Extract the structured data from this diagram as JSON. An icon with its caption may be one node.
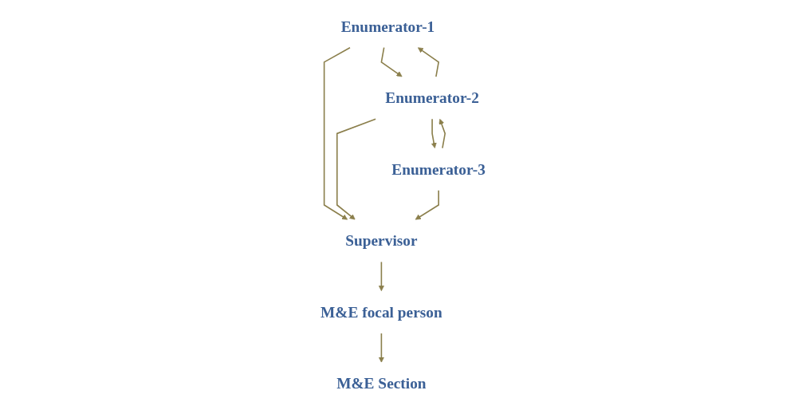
{
  "diagram": {
    "nodes": [
      {
        "text": [
          "Enumerator-1"
        ]
      },
      {
        "text": [
          "Enumerator-2"
        ]
      },
      {
        "text": [
          "Enumerator-3"
        ]
      },
      {
        "text": [
          "Supervisor"
        ]
      },
      {
        "text": [
          "M&E focal person"
        ]
      },
      {
        "text": [
          "M&E Section"
        ]
      }
    ],
    "edges": [
      {
        "from": 0,
        "to": 1,
        "arrow": "to"
      },
      {
        "from": 1,
        "to": 0,
        "arrow": "to"
      },
      {
        "from": 1,
        "to": 2,
        "arrow": "to"
      },
      {
        "from": 2,
        "to": 1,
        "arrow": "to"
      },
      {
        "from": 0,
        "to": 3,
        "arrow": "to"
      },
      {
        "from": 1,
        "to": 3,
        "arrow": "to"
      },
      {
        "from": 2,
        "to": 3,
        "arrow": "to"
      },
      {
        "from": 3,
        "to": 4,
        "arrow": "to"
      },
      {
        "from": 4,
        "to": 5,
        "arrow": "to"
      }
    ]
  }
}
